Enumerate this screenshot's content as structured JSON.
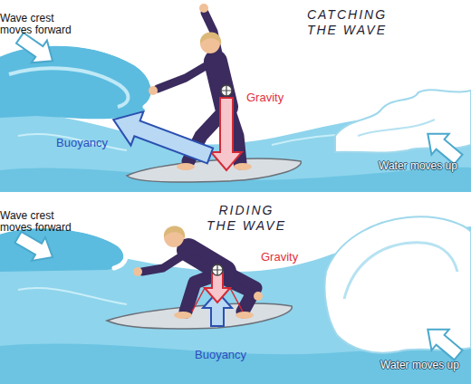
{
  "diagram": {
    "labels": [
      "CATCHING THE WAVE",
      "Wave crest moves forward",
      "Gravity",
      "Buoyancy",
      "Water moves up",
      "RIDING THE WAVE",
      "Wave crest moves forward",
      "Gravity",
      "Buoyancy",
      "Water moves up"
    ]
  }
}
